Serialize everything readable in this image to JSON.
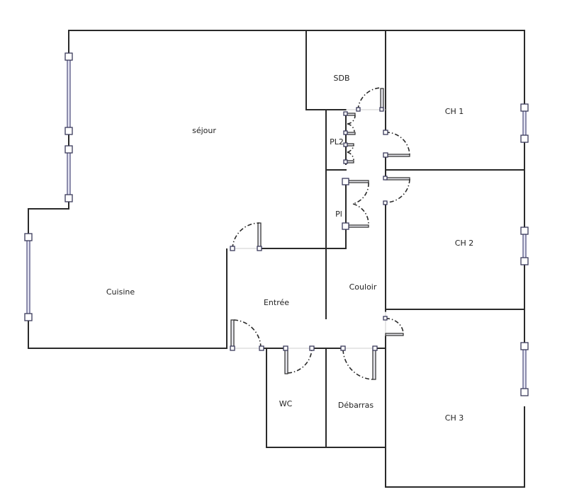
{
  "plan": {
    "rooms": {
      "sejour": "séjour",
      "cuisine": "Cuisine",
      "entree": "Entrée",
      "couloir": "Couloir",
      "sdb": "SDB",
      "pl2": "PL2",
      "pl": "Pl",
      "ch1": "CH 1",
      "ch2": "CH 2",
      "ch3": "CH 3",
      "wc": "WC",
      "debarras": "Débarras"
    },
    "colors": {
      "wall": "#2a2a2a",
      "window": "#4a4a7a"
    }
  }
}
